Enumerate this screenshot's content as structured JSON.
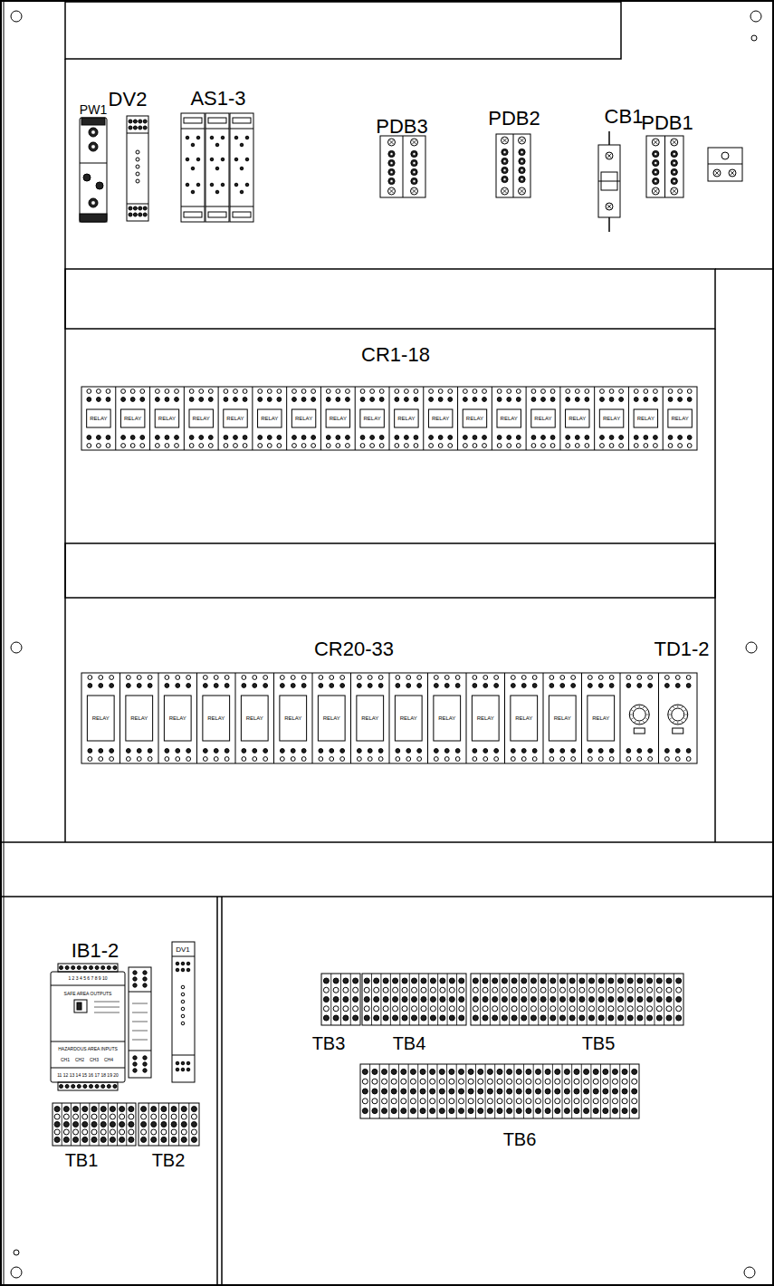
{
  "diagram": {
    "nodes": [
      {
        "text": [
          "PW1"
        ]
      },
      {
        "text": [
          "DV2"
        ]
      },
      {
        "text": [
          "AS1-3"
        ]
      },
      {
        "text": [
          "PDB3"
        ]
      },
      {
        "text": [
          "PDB2"
        ]
      },
      {
        "text": [
          "CB1"
        ]
      },
      {
        "text": [
          "PDB1"
        ]
      },
      {
        "text": [
          "CR1-18"
        ]
      },
      {
        "text": [
          "RELAY"
        ],
        "in": 7
      },
      {
        "text": [
          "RELAY"
        ],
        "in": 7
      },
      {
        "text": [
          "RELAY"
        ],
        "in": 7
      },
      {
        "text": [
          "RELAY"
        ],
        "in": 7
      },
      {
        "text": [
          "RELAY"
        ],
        "in": 7
      },
      {
        "text": [
          "RELAY"
        ],
        "in": 7
      },
      {
        "text": [
          "RELAY"
        ],
        "in": 7
      },
      {
        "text": [
          "RELAY"
        ],
        "in": 7
      },
      {
        "text": [
          "RELAY"
        ],
        "in": 7
      },
      {
        "text": [
          "RELAY"
        ],
        "in": 7
      },
      {
        "text": [
          "RELAY"
        ],
        "in": 7
      },
      {
        "text": [
          "RELAY"
        ],
        "in": 7
      },
      {
        "text": [
          "RELAY"
        ],
        "in": 7
      },
      {
        "text": [
          "RELAY"
        ],
        "in": 7
      },
      {
        "text": [
          "RELAY"
        ],
        "in": 7
      },
      {
        "text": [
          "RELAY"
        ],
        "in": 7
      },
      {
        "text": [
          "RELAY"
        ],
        "in": 7
      },
      {
        "text": [
          "RELAY"
        ],
        "in": 7
      },
      {
        "text": [
          "CR20-33",
          "TD1-2"
        ]
      },
      {
        "text": [
          "RELAY"
        ],
        "in": 26
      },
      {
        "text": [
          "RELAY"
        ],
        "in": 26
      },
      {
        "text": [
          "RELAY"
        ],
        "in": 26
      },
      {
        "text": [
          "RELAY"
        ],
        "in": 26
      },
      {
        "text": [
          "RELAY"
        ],
        "in": 26
      },
      {
        "text": [
          "RELAY"
        ],
        "in": 26
      },
      {
        "text": [
          "RELAY"
        ],
        "in": 26
      },
      {
        "text": [
          "RELAY"
        ],
        "in": 26
      },
      {
        "text": [
          "RELAY"
        ],
        "in": 26
      },
      {
        "text": [
          "RELAY"
        ],
        "in": 26
      },
      {
        "text": [
          "RELAY"
        ],
        "in": 26
      },
      {
        "text": [
          "RELAY"
        ],
        "in": 26
      },
      {
        "text": [
          "RELAY"
        ],
        "in": 26
      },
      {
        "text": [
          "RELAY"
        ],
        "in": 26
      },
      {
        "text": [
          "IB1-2"
        ]
      },
      {
        "text": [
          "DV1"
        ]
      },
      {
        "text": [
          "TB1"
        ]
      },
      {
        "text": [
          "TB2"
        ]
      },
      {
        "text": [
          "TB3"
        ]
      },
      {
        "text": [
          "TB4"
        ]
      },
      {
        "text": [
          "TB5"
        ]
      },
      {
        "text": [
          "TB6"
        ]
      }
    ],
    "labels": [
      "1 2 3 4 5 6 7 8 9 10",
      "SAFE AREA OUTPUTS",
      "HAZARDOUS AREA INPUTS",
      "CH1",
      "CH2",
      "CH3",
      "CH4",
      "11 12 13 14 15 16 17 18 19 20"
    ]
  }
}
